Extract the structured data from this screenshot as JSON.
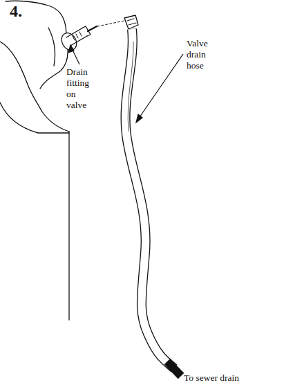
{
  "diagram": {
    "labels": [
      "4.",
      "Drain fitting on valve",
      "Valve drain hose",
      "To sewer drain"
    ]
  }
}
